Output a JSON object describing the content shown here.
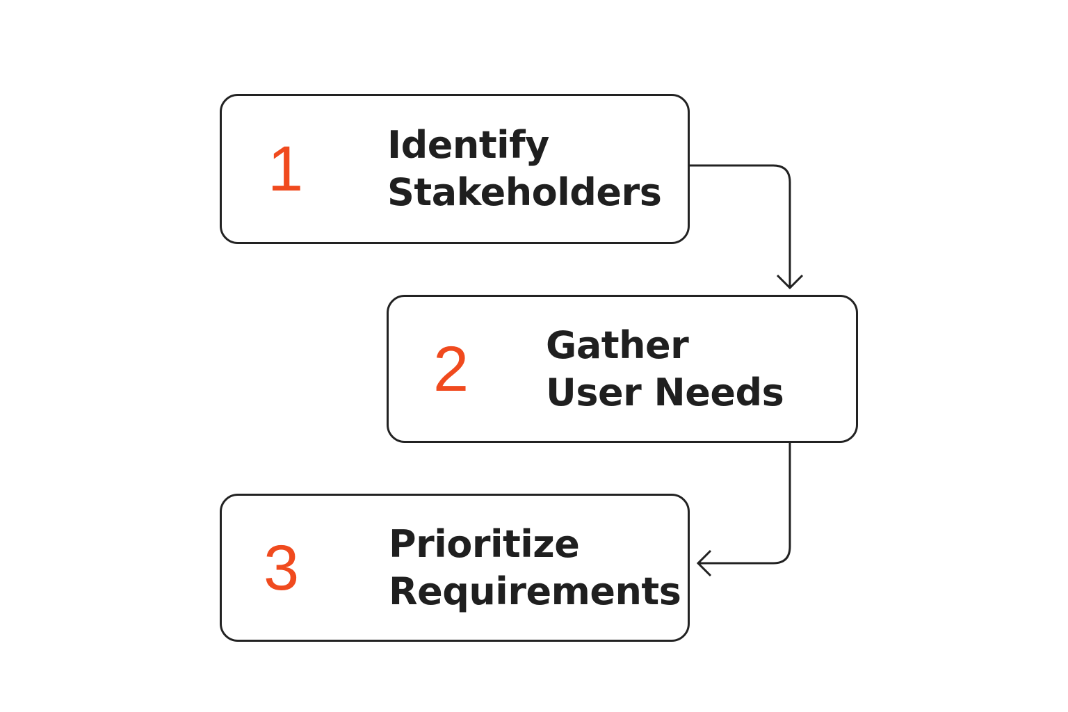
{
  "colors": {
    "accent": "#f04a1e",
    "text": "#1f1f1f",
    "stroke": "#222222",
    "background": "#ffffff"
  },
  "steps": [
    {
      "number": "1",
      "line1": "Identify",
      "line2": "Stakeholders"
    },
    {
      "number": "2",
      "line1": "Gather",
      "line2": "User Needs"
    },
    {
      "number": "3",
      "line1": "Prioritize",
      "line2": "Requirements"
    }
  ]
}
